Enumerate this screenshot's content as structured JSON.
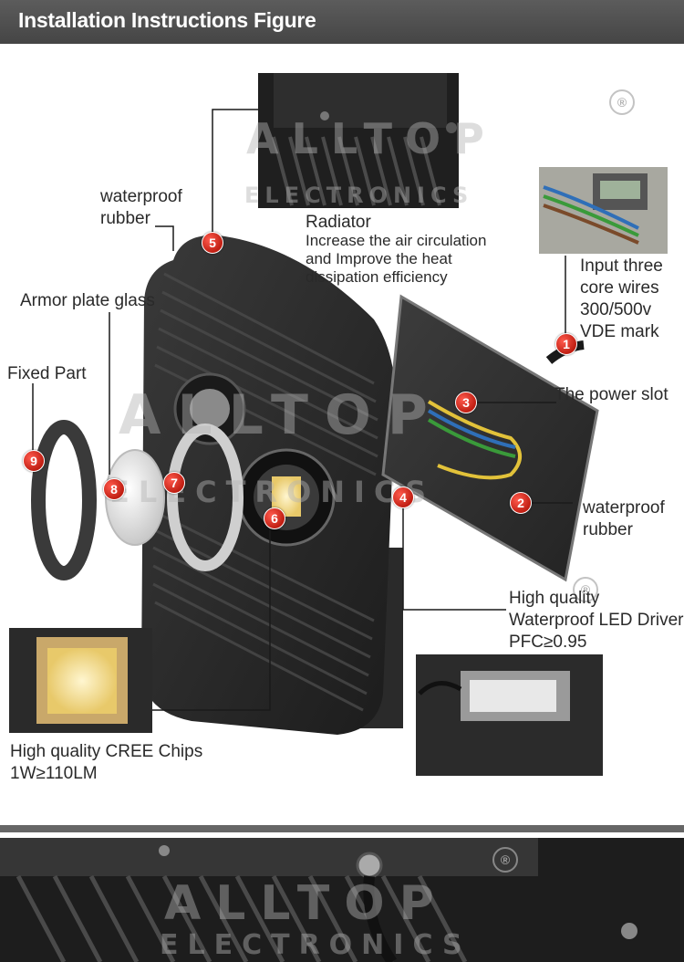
{
  "header": {
    "title": "Installation Instructions Figure"
  },
  "labels": {
    "waterproof_rubber_top": "waterproof\nrubber",
    "armor_glass": "Armor plate glass",
    "fixed_part": "Fixed Part",
    "radiator_title": "Radiator",
    "radiator_desc": "Increase the air circulation\nand Improve the heat\ndissipation efficiency",
    "input_wires": "Input three\ncore wires\n300/500v\nVDE mark",
    "power_slot": "The power slot",
    "waterproof_rubber_right": "waterproof\nrubber",
    "led_driver": "High quality\nWaterproof LED Driver\nPFC≥0.95",
    "cree_chips": "High quality CREE Chips\n1W≥110LM"
  },
  "badges": [
    "1",
    "2",
    "3",
    "4",
    "5",
    "6",
    "7",
    "8",
    "9"
  ],
  "watermark": {
    "brand": "ALLTOP",
    "sub": "ELECTRONICS",
    "reg": "®"
  },
  "colors": {
    "header_bg": "#4d4d4d",
    "badge": "#d0271b",
    "line": "#1a1a1a"
  }
}
